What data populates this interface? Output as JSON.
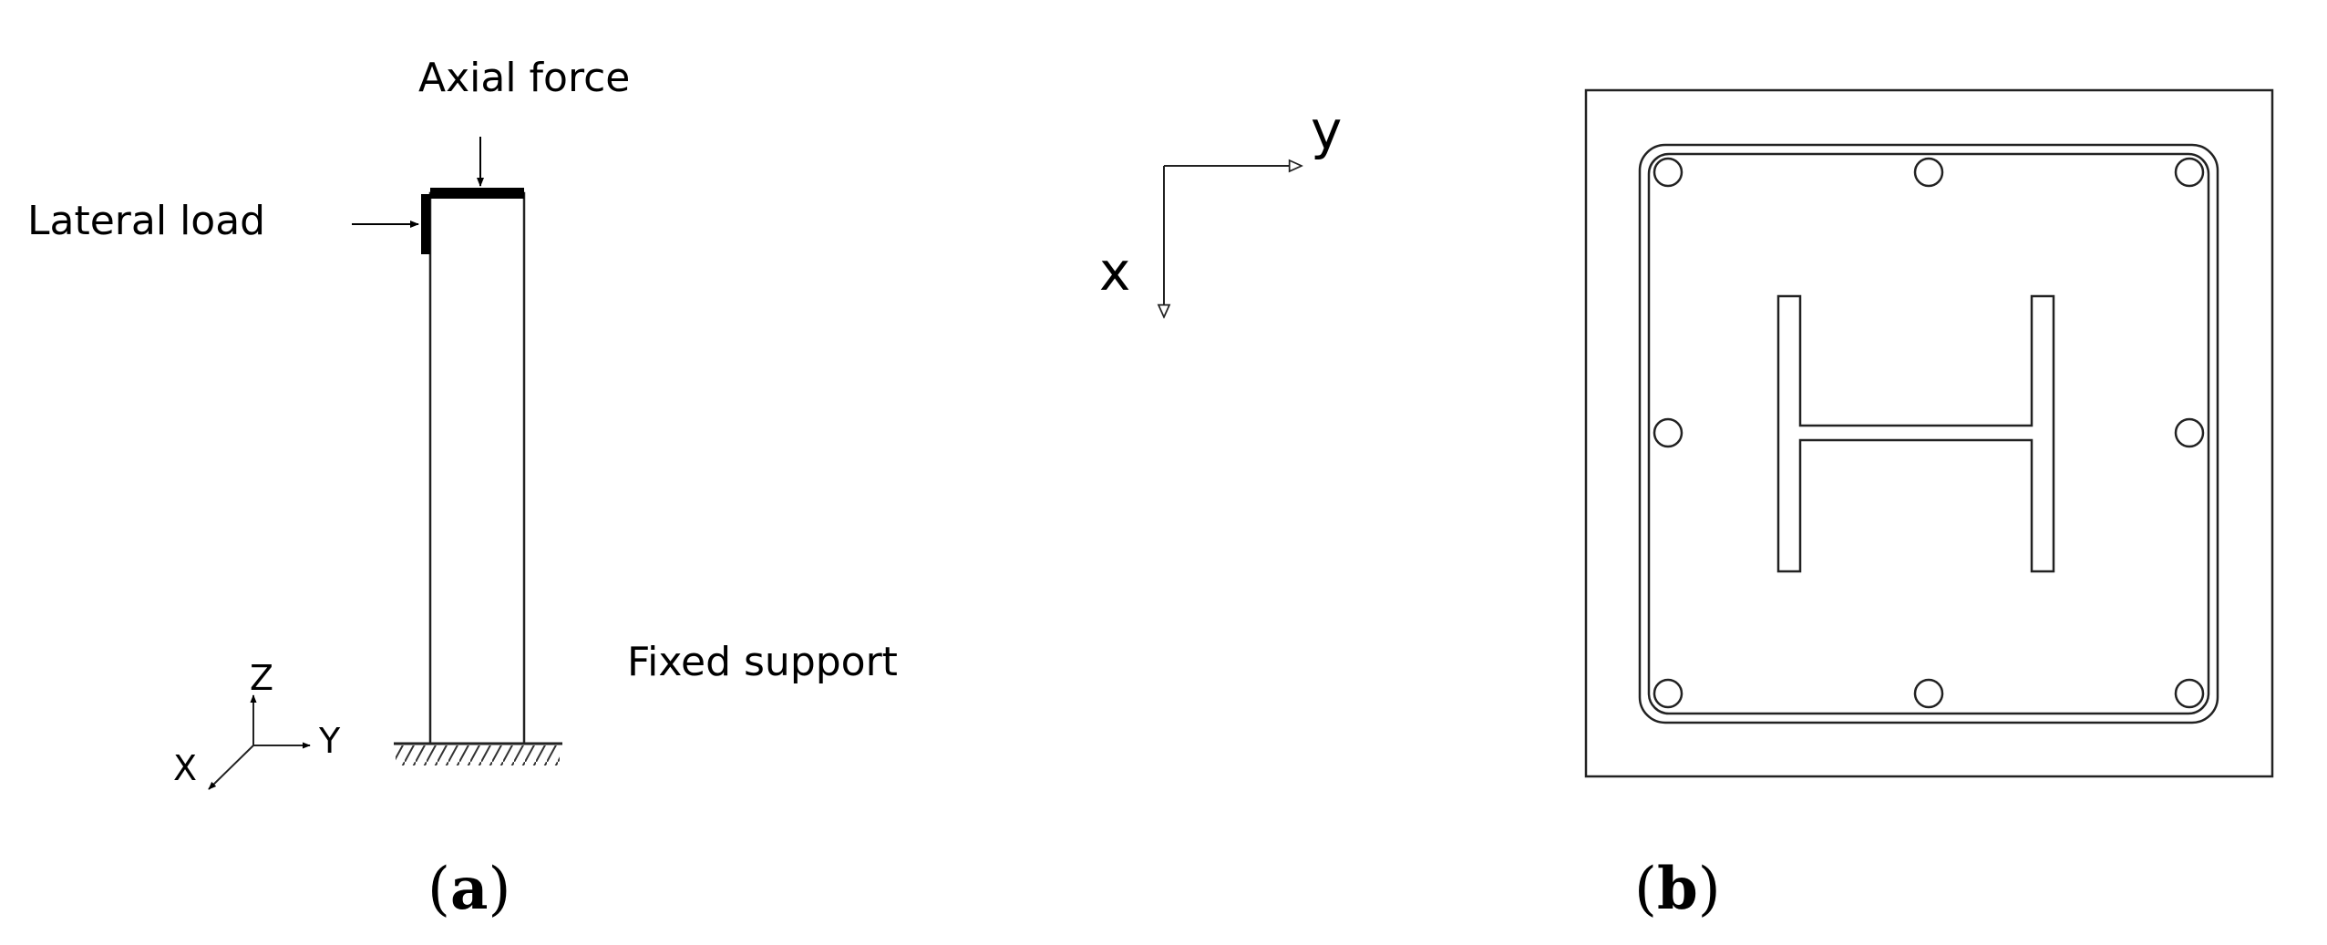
{
  "panel_a": {
    "axial_force_label": "Axial force",
    "lateral_load_label": "Lateral load",
    "fixed_support_label": "Fixed support",
    "axes": {
      "z": "Z",
      "y": "Y",
      "x": "X"
    },
    "caption": {
      "open": "(",
      "letter": "a",
      "close": ")"
    }
  },
  "panel_b": {
    "axes": {
      "y": "y",
      "x": "x"
    },
    "caption": {
      "open": "(",
      "letter": "b",
      "close": ")"
    }
  }
}
